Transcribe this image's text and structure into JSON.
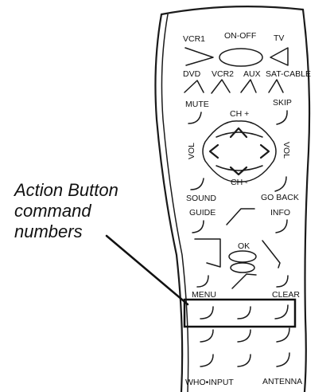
{
  "remote": {
    "labels": {
      "vcr1": "VCR1",
      "onoff": "ON-OFF",
      "tv": "TV",
      "dvd": "DVD",
      "vcr2": "VCR2",
      "aux": "AUX",
      "satcable": "SAT-CABLE",
      "mute": "MUTE",
      "skip": "SKIP",
      "chplus": "CH +",
      "vol_left": "VOL",
      "vol_right": "VOL",
      "chminus": "CH -",
      "sound": "SOUND",
      "goback": "GO BACK",
      "guide": "GUIDE",
      "info": "INFO",
      "ok": "OK",
      "menu": "MENU",
      "clear": "CLEAR",
      "whoinput": "WHO•INPUT",
      "antenna": "ANTENNA"
    }
  },
  "callout": {
    "line1": "Action Button",
    "line2": "command",
    "line3": "numbers"
  }
}
